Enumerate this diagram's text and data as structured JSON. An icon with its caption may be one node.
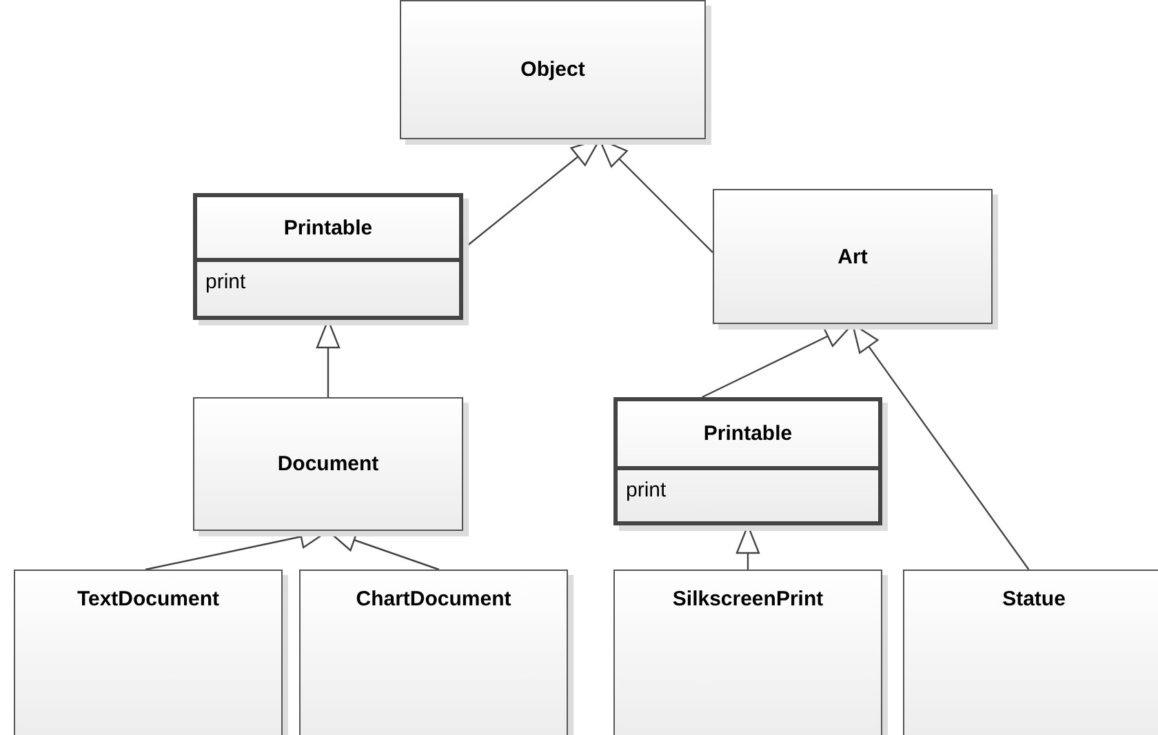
{
  "diagram": {
    "nodes": [
      {
        "text": [
          "Object"
        ]
      },
      {
        "text": [
          "Printable",
          "print"
        ]
      },
      {
        "text": [
          "Art"
        ]
      },
      {
        "text": [
          "Document"
        ]
      },
      {
        "text": [
          "Printable",
          "print"
        ]
      },
      {
        "text": [
          "TextDocument"
        ]
      },
      {
        "text": [
          "ChartDocument"
        ]
      },
      {
        "text": [
          "SilkscreenPrint"
        ]
      },
      {
        "text": [
          "Statue"
        ]
      }
    ],
    "edges": [
      {
        "from": 1,
        "to": 0,
        "arrow": "to"
      },
      {
        "from": 2,
        "to": 0,
        "arrow": "to"
      },
      {
        "from": 3,
        "to": 1,
        "arrow": "to"
      },
      {
        "from": 5,
        "to": 3,
        "arrow": "to"
      },
      {
        "from": 6,
        "to": 3,
        "arrow": "to"
      },
      {
        "from": 4,
        "to": 2,
        "arrow": "to"
      },
      {
        "from": 8,
        "to": 2,
        "arrow": "to"
      },
      {
        "from": 7,
        "to": 4,
        "arrow": "to"
      }
    ]
  }
}
